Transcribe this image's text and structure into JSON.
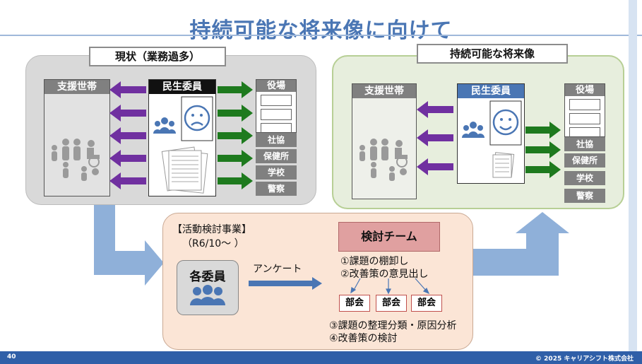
{
  "title": "持続可能な将来像に向けて",
  "current": {
    "ribbon": "現状（業務過多）",
    "support_label": "支援世帯",
    "committee_label": "民生委員",
    "office_label": "役場",
    "orgs": [
      "社協",
      "保健所",
      "学校",
      "警察"
    ]
  },
  "future": {
    "ribbon": "持続可能な将来像",
    "support_label": "支援世帯",
    "committee_label": "民生委員",
    "office_label": "役場",
    "orgs": [
      "社協",
      "保健所",
      "学校",
      "警察"
    ]
  },
  "project": {
    "title": "【活動検討事業】",
    "period": "（R6/10～ ）",
    "members_label": "各委員",
    "survey_label": "アンケート",
    "team_label": "検討チーム",
    "steps_top": [
      "①課題の棚卸し",
      "②改善策の意見出し"
    ],
    "subgroup_label": "部会",
    "steps_bottom": [
      "③課題の整理分類・原因分析",
      "④改善策の検討"
    ]
  },
  "footer": {
    "page_number": "40",
    "copyright": "© 2025 キャリアシフト株式会社"
  },
  "colors": {
    "title_blue": "#4a76b4",
    "purple_arrow": "#7030a0",
    "green_arrow": "#1e7a1e",
    "flow_arrow": "#8fb0d9",
    "current_panel": "#d9d9d9",
    "future_panel": "#e7eedd",
    "project_panel": "#fbe5d6",
    "team_box": "#e0a0a0"
  }
}
